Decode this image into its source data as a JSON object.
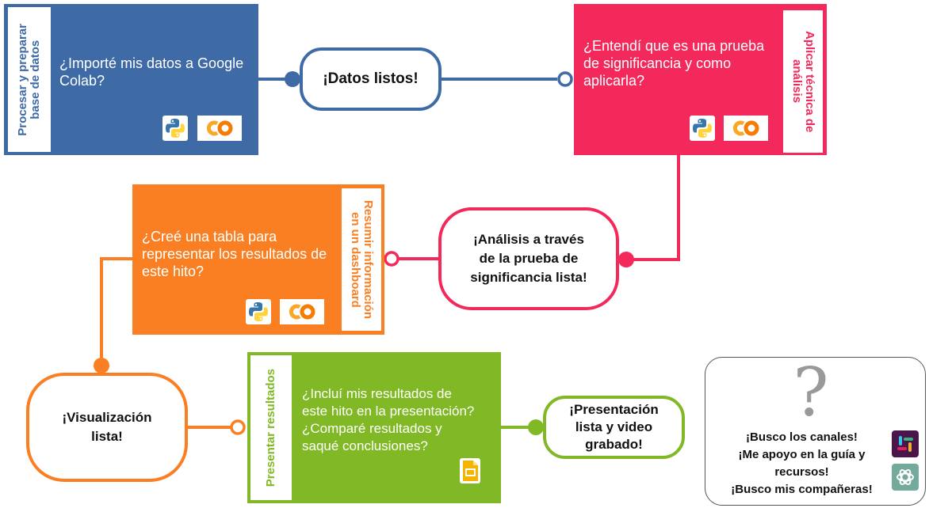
{
  "colors": {
    "blue": "#3e6aa6",
    "red": "#f2295a",
    "orange": "#f97f22",
    "green": "#80b925",
    "colab": "#f9a825"
  },
  "icons": {
    "python": "python-logo-icon",
    "colab": "google-colab-logo-icon",
    "slides": "google-slides-icon",
    "slack": "slack-icon",
    "chatgpt": "chatgpt-icon",
    "help": "question-mark-icon"
  },
  "stages": {
    "prepare": {
      "label": "Procesar y preparar\nbase de datos",
      "question": "¿Importé mis datos a Google\nColab?"
    },
    "technique": {
      "label": "Aplicar técnica de\nanálisis",
      "question": "¿Entendí que es una prueba\nde significancia y como\naplicarla?"
    },
    "summarize": {
      "label": "Resumir información\nen un dashboard",
      "question": "¿Creé una tabla para\nrepresentar los resultados de\neste hito?"
    },
    "present": {
      "label": "Presentar resultados",
      "question": "¿Incluí mis resultados de\neste hito en la presentación?\n¿Comparé resultados y\nsaqué conclusiones?"
    }
  },
  "milestones": {
    "data_ready": "¡Datos listos!",
    "analysis_ready": "¡Análisis a través\nde la prueba de\nsignificancia lista!",
    "viz_ready": "¡Visualización\nlista!",
    "presentation_ready": "¡Presentación\nlista y video\ngrabado!"
  },
  "help": {
    "symbol": "?",
    "text": "¡Busco los canales!\n¡Me apoyo en la guía y\nrecursos!\n¡Busco mis compañeras!"
  }
}
